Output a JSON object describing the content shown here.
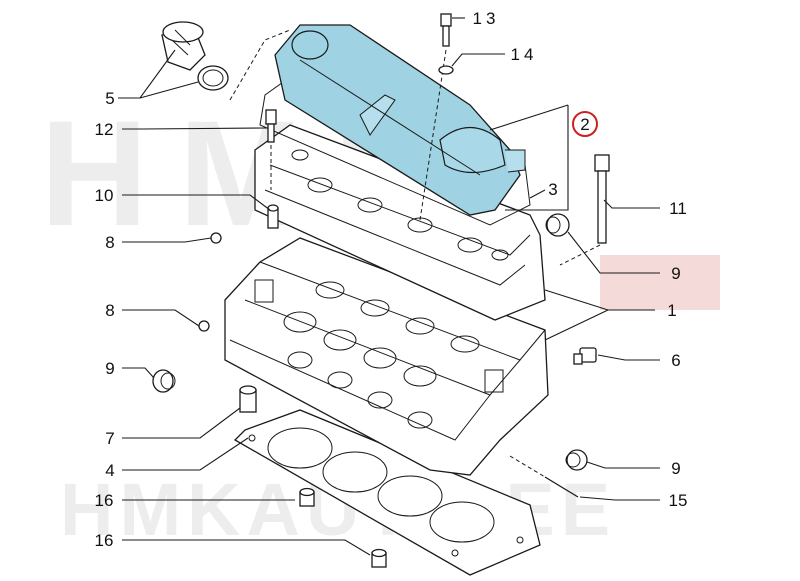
{
  "watermark": {
    "top_text": "HMK",
    "bottom_text": "HMKAUTO.EE",
    "color": "#ececec",
    "accent_color": "#f2c8c8"
  },
  "callouts": {
    "c13": "13",
    "c14": "14",
    "c5": "5",
    "c12": "12",
    "c2": "2",
    "c11": "11",
    "c10": "10",
    "c3": "3",
    "c8a": "8",
    "c9a": "9",
    "c8b": "8",
    "c1": "1",
    "c9b": "9",
    "c6": "6",
    "c7": "7",
    "c4": "4",
    "c9c": "9",
    "c16a": "16",
    "c15": "15",
    "c16b": "16"
  },
  "colors": {
    "highlight_fill": "#9fd3e3",
    "highlight_circle": "#cc2222",
    "line": "#1a1a1a"
  }
}
